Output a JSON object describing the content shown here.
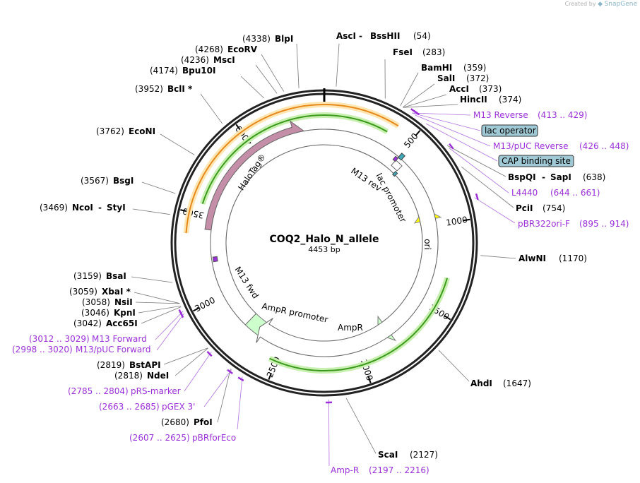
{
  "watermark": {
    "prefix": "Created by",
    "brand": "SnapGene"
  },
  "plasmid": {
    "name": "COQ2_Halo_N_allele",
    "length_label": "4453 bp",
    "length": 4453
  },
  "ticks": [
    {
      "pos": 500,
      "label": "500"
    },
    {
      "pos": 1000,
      "label": "1000"
    },
    {
      "pos": 1500,
      "label": "1500"
    },
    {
      "pos": 2000,
      "label": "2000"
    },
    {
      "pos": 2500,
      "label": "2500"
    },
    {
      "pos": 3000,
      "label": "3000"
    },
    {
      "pos": 3500,
      "label": "3500"
    },
    {
      "pos": 4000,
      "label": "4000"
    }
  ],
  "sites_right": [
    {
      "name": "AscI",
      "name2": "BssHII",
      "pos_label": "(54)",
      "bp": 54
    },
    {
      "name": "FseI",
      "pos_label": "(283)",
      "bp": 283
    },
    {
      "name": "BamHI",
      "pos_label": "(359)",
      "bp": 359
    },
    {
      "name": "SalI",
      "pos_label": "(372)",
      "bp": 372
    },
    {
      "name": "AccI",
      "pos_label": "(373)",
      "bp": 373
    },
    {
      "name": "HincII",
      "pos_label": "(374)",
      "bp": 374
    },
    {
      "name": "BspQI",
      "name2": "SapI",
      "pos_label": "(638)",
      "bp": 638
    },
    {
      "name": "PciI",
      "pos_label": "(754)",
      "bp": 754
    },
    {
      "name": "AlwNI",
      "pos_label": "(1170)",
      "bp": 1170
    },
    {
      "name": "AhdI",
      "pos_label": "(1647)",
      "bp": 1647
    },
    {
      "name": "ScaI",
      "pos_label": "(2127)",
      "bp": 2127
    }
  ],
  "sites_left": [
    {
      "name": "BlpI",
      "pos_label": "(4338)",
      "bp": 4338
    },
    {
      "name": "EcoRV",
      "pos_label": "(4268)",
      "bp": 4268
    },
    {
      "name": "MscI",
      "pos_label": "(4236)",
      "bp": 4236
    },
    {
      "name": "Bpu10I",
      "pos_label": "(4174)",
      "bp": 4174
    },
    {
      "name": "BclI *",
      "pos_label": "(3952)",
      "bp": 3952
    },
    {
      "name": "EcoNI",
      "pos_label": "(3762)",
      "bp": 3762
    },
    {
      "name": "BsgI",
      "pos_label": "(3567)",
      "bp": 3567
    },
    {
      "name": "NcoI",
      "name2": "StyI",
      "pos_label": "(3469)",
      "bp": 3469
    },
    {
      "name": "BsaI",
      "pos_label": "(3159)",
      "bp": 3159
    },
    {
      "name": "XbaI *",
      "pos_label": "(3059)",
      "bp": 3059
    },
    {
      "name": "NsiI",
      "pos_label": "(3058)",
      "bp": 3058
    },
    {
      "name": "KpnI",
      "pos_label": "(3046)",
      "bp": 3046
    },
    {
      "name": "Acc65I",
      "pos_label": "(3042)",
      "bp": 3042
    },
    {
      "name": "BstAPI",
      "pos_label": "(2819)",
      "bp": 2819
    },
    {
      "name": "NdeI",
      "pos_label": "(2818)",
      "bp": 2818
    },
    {
      "name": "PfoI",
      "pos_label": "(2680)",
      "bp": 2680
    }
  ],
  "primers_right": [
    {
      "name": "M13 Reverse",
      "range": "(413 .. 429)",
      "bp": 421
    },
    {
      "name": "M13/pUC Reverse",
      "range": "(426 .. 448)",
      "bp": 437
    },
    {
      "name": "L4440",
      "range": "(644 .. 661)",
      "bp": 652
    },
    {
      "name": "pBR322ori-F",
      "range": "(895 .. 914)",
      "bp": 905
    }
  ],
  "primers_left": [
    {
      "name": "M13 Forward",
      "range": "(3012 .. 3029)",
      "bp": 3020
    },
    {
      "name": "M13/pUC Forward",
      "range": "(2998 .. 3020)",
      "bp": 3009
    },
    {
      "name": "pRS-marker",
      "range": "(2785 .. 2804)",
      "bp": 2795
    },
    {
      "name": "pGEX 3'",
      "range": "(2663 .. 2685)",
      "bp": 2674
    },
    {
      "name": "pBRforEco",
      "range": "(2607 .. 2625)",
      "bp": 2616
    },
    {
      "name": "Amp-R",
      "range": "(2197 .. 2216)",
      "bp": 2206
    }
  ],
  "boxed_features": [
    {
      "name": "lac operator"
    },
    {
      "name": "CAP binding site"
    }
  ],
  "features": {
    "halotag": "HaloTag®",
    "ori": "ori",
    "ampr": "AmpR",
    "ampr_promoter": "AmpR promoter",
    "lac_promoter": "lac promoter",
    "m13_rev": "M13 rev",
    "m13_fwd": "M13 fwd"
  },
  "colors": {
    "halotag": "#c48ea8",
    "ori": "#ffff00",
    "ampr": "#ccffcc",
    "orf_green": "#3d9a1e",
    "orf_orange": "#e68a1e",
    "primer": "#9b30d9",
    "boxed_fill": "#9fc9d4"
  }
}
